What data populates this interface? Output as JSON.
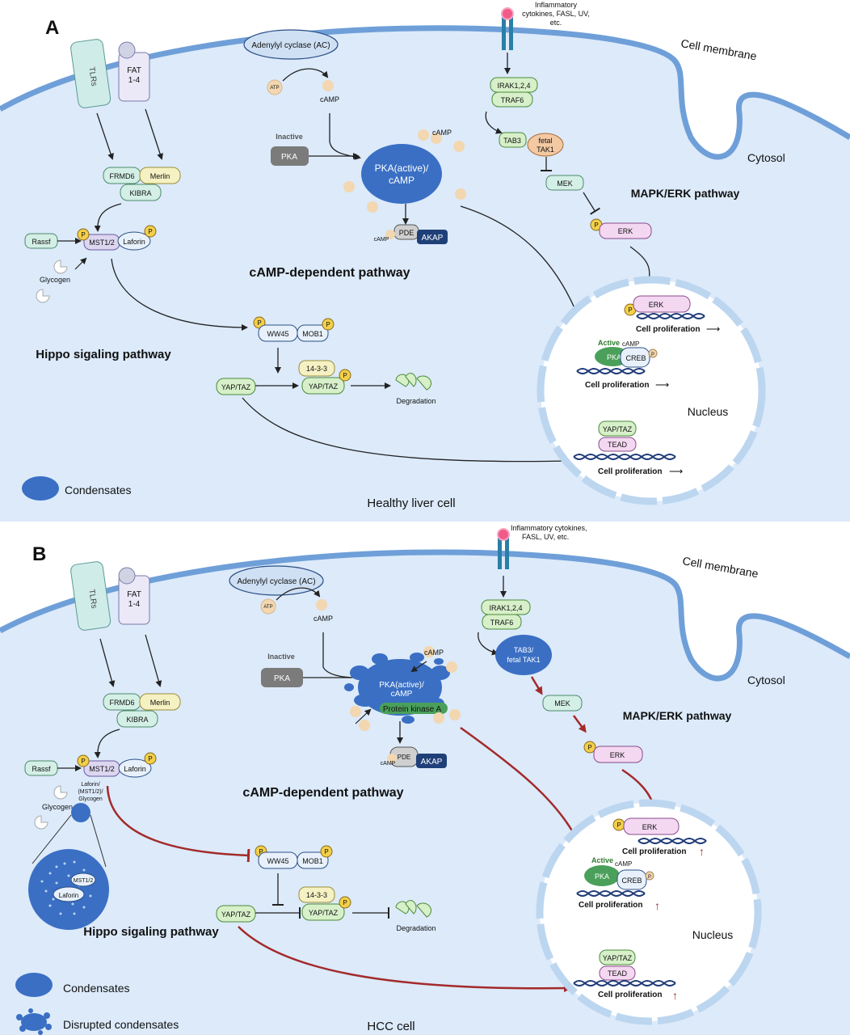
{
  "panel_a": {
    "letter": "A",
    "caption": "Healthy liver cell",
    "membrane_label": "Cell membrane",
    "cytosol_label": "Cytosol",
    "nucleus_label": "Nucleus",
    "adenylyl_cyclase": "Adenylyl cyclase (AC)",
    "atp": "ATP",
    "camp": "cAMP",
    "camp_float": "cAMP",
    "inactive": "Inactive",
    "pka": "PKA",
    "pka_active_1": "PKA(active)/",
    "pka_active_2": "cAMP",
    "pde": "PDE",
    "akap": "AKAP",
    "camp_small": "cAMP",
    "camp_pathway": "cAMP-dependent pathway",
    "receptor_l1": "Inflammatory",
    "receptor_l2": "cytokines, FASL, UV,",
    "receptor_l3": "etc.",
    "irak": "IRAK1,2,4",
    "traf6": "TRAF6",
    "tab3": "TAB3",
    "fetal_tak1_l1": "fetal",
    "fetal_tak1_l2": "TAK1",
    "mek": "MEK",
    "erk": "ERK",
    "mapk_pathway": "MAPK/ERK pathway",
    "tlrs": "TLRs",
    "fat_l1": "FAT",
    "fat_l2": "1-4",
    "frmd6": "FRMD6",
    "merlin": "Merlin",
    "kibra": "KIBRA",
    "rassf": "Rassf",
    "mst": "MST1/2",
    "laforin": "Laforin",
    "glycogen": "Glycogen",
    "ww45": "WW45",
    "mob1": "MOB1",
    "yaptaz": "YAP/TAZ",
    "p1433": "14-3-3",
    "degradation": "Degradation",
    "hippo_pathway": "Hippo sigaling pathway",
    "condensates": "Condensates",
    "nuc_erk": "ERK",
    "active": "Active",
    "nuc_camp": "cAMP",
    "nuc_pka": "PKA",
    "creb": "CREB",
    "cell_prolif": "Cell proliferation",
    "tead": "TEAD",
    "p": "P"
  },
  "panel_b": {
    "letter": "B",
    "caption": "HCC cell",
    "membrane_label": "Cell membrane",
    "cytosol_label": "Cytosol",
    "nucleus_label": "Nucleus",
    "adenylyl_cyclase": "Adenylyl cyclase (AC)",
    "atp": "ATP",
    "camp": "cAMP",
    "camp_float": "cAMP",
    "inactive": "Inactive",
    "pka": "PKA",
    "pka_active_1": "PKA(active)/",
    "pka_active_2": "cAMP",
    "protein_kinase_a": "Protein kinase A",
    "pde": "PDE",
    "akap": "AKAP",
    "camp_small": "cAMP",
    "camp_pathway": "cAMP-dependent pathway",
    "receptor_l1": "Inflammatory cytokines,",
    "receptor_l2": "FASL, UV, etc.",
    "irak": "IRAK1,2,4",
    "traf6": "TRAF6",
    "tab3_l1": "TAB3/",
    "tab3_l2": "fetal TAK1",
    "mek": "MEK",
    "erk": "ERK",
    "mapk_pathway": "MAPK/ERK pathway",
    "tlrs": "TLRs",
    "fat_l1": "FAT",
    "fat_l2": "1-4",
    "frmd6": "FRMD6",
    "merlin": "Merlin",
    "kibra": "KIBRA",
    "rassf": "Rassf",
    "mst": "MST1/2",
    "laforin": "Laforin",
    "glycogen": "Glycogen",
    "complex_l1": "Laforin/",
    "complex_l2": "(MST1/2)/",
    "complex_l3": "Glycogen",
    "zoom_mst": "MST1/2",
    "zoom_laforin": "Laforin",
    "ww45": "WW45",
    "mob1": "MOB1",
    "yaptaz": "YAP/TAZ",
    "p1433": "14-3-3",
    "degradation": "Degradation",
    "hippo_pathway": "Hippo sigaling pathway",
    "condensates": "Condensates",
    "disrupted": "Disrupted condensates",
    "nuc_erk": "ERK",
    "active": "Active",
    "nuc_camp": "cAMP",
    "nuc_pka": "PKA",
    "creb": "CREB",
    "cell_prolif": "Cell proliferation",
    "tead": "TEAD",
    "p": "P"
  },
  "colors": {
    "cytosol": "#dceafa",
    "membrane": "#6f9fd8",
    "nucleus_fill": "#ffffff",
    "nucleus_ring": "#bcd6f0",
    "condensate": "#3a6fc4",
    "phospho": "#f3cf4a",
    "up_arrow": "#a32a2a",
    "dna": "#1f3a78"
  }
}
